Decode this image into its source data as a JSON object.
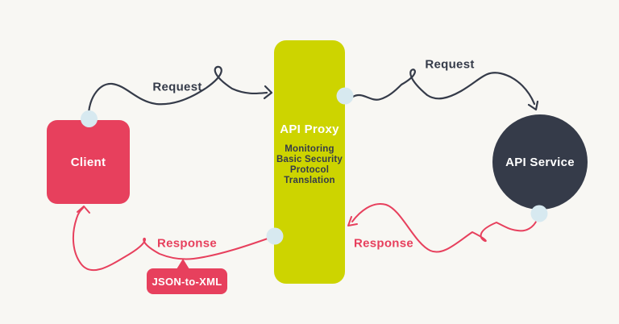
{
  "colors": {
    "background": "#f8f7f3",
    "pink": "#e7405d",
    "yellow": "#cdd400",
    "dark": "#353b49",
    "connector": "#d7e9f0",
    "white": "#ffffff"
  },
  "nodes": {
    "client": {
      "label": "Client"
    },
    "proxy": {
      "title": "API Proxy",
      "features": [
        "Monitoring",
        "Basic Security",
        "Protocol",
        "Translation"
      ]
    },
    "service": {
      "label": "API Service"
    }
  },
  "edges": {
    "request_client_to_proxy": {
      "label": "Request"
    },
    "request_proxy_to_service": {
      "label": "Request"
    },
    "response_service_to_proxy": {
      "label": "Response"
    },
    "response_proxy_to_client": {
      "label": "Response"
    }
  },
  "badge": {
    "label": "JSON-to-XML"
  }
}
